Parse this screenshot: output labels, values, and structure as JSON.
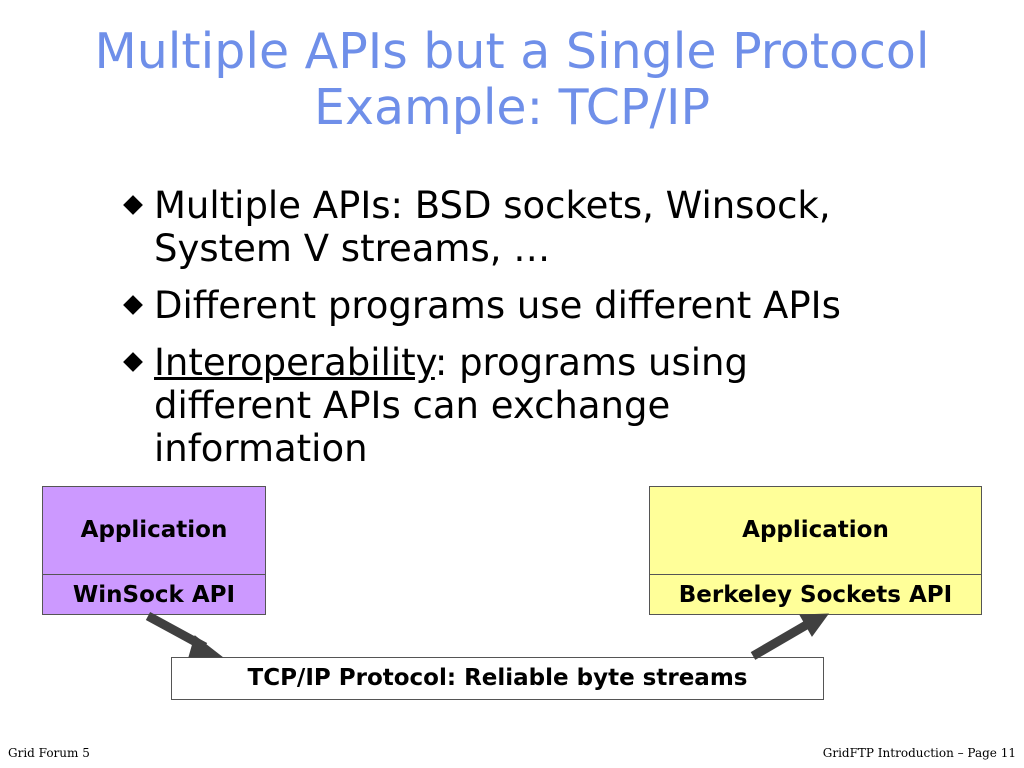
{
  "title": {
    "line1": "Multiple APIs but a Single Protocol",
    "line2": "Example: TCP/IP"
  },
  "bullets": [
    {
      "text": "Multiple APIs: BSD sockets, Winsock, System V streams, …"
    },
    {
      "text": "Different programs use different APIs"
    },
    {
      "underlined": "Interoperability",
      "text": ": programs using different APIs can exchange information"
    }
  ],
  "diagram": {
    "left": {
      "app": "Application",
      "api": "WinSock API",
      "color": "#cc99ff"
    },
    "right": {
      "app": "Application",
      "api": "Berkeley Sockets API",
      "color": "#ffff99"
    },
    "protocol": "TCP/IP Protocol: Reliable byte streams"
  },
  "footer": {
    "left": "Grid Forum 5",
    "right": "GridFTP Introduction – Page 11"
  }
}
